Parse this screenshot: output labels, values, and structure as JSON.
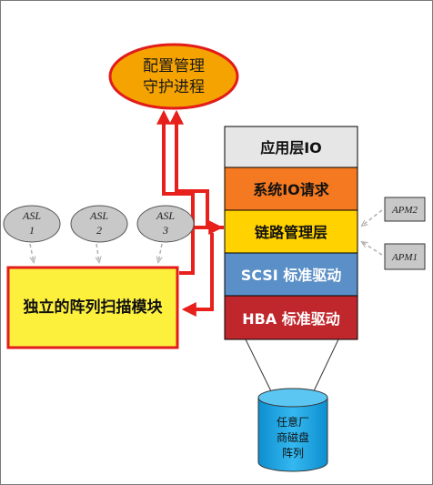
{
  "daemon": {
    "line1": "配置管理",
    "line2": "守护进程",
    "fill": "#f5a300",
    "border": "#e21b1b"
  },
  "stack": [
    {
      "label": "应用层IO",
      "fill": "#e6e6e6"
    },
    {
      "label": "系统IO请求",
      "fill": "#f47920"
    },
    {
      "label": "链路管理层",
      "fill": "#ffd200"
    },
    {
      "label": "SCSI 标准驱动",
      "fill": "#5b8fc7"
    },
    {
      "label": "HBA 标准驱动",
      "fill": "#c0272d"
    }
  ],
  "asl": [
    {
      "name": "ASL",
      "num": "1"
    },
    {
      "name": "ASL",
      "num": "2"
    },
    {
      "name": "ASL",
      "num": "3"
    }
  ],
  "scanner": {
    "label": "独立的阵列扫描模块",
    "fill": "#fdf03d",
    "border": "#e21b1b"
  },
  "apm": [
    {
      "label": "APM2"
    },
    {
      "label": "APM1"
    }
  ],
  "disk": {
    "line1": "任意厂",
    "line2": "商磁盘",
    "line3": "阵列",
    "fill": "#1aa6e8"
  },
  "colors": {
    "arrow": "#e8201c",
    "dashed": "#9a9a9a",
    "gray_fill": "#c8c8c8"
  }
}
